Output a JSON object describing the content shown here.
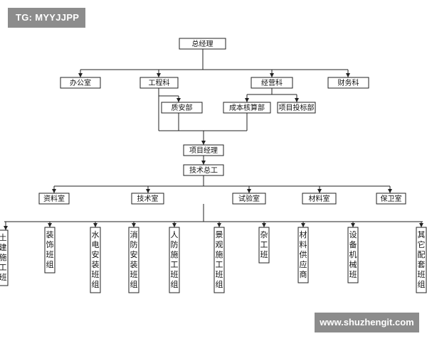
{
  "watermarks": {
    "top_left": "TG: MYYJJPP",
    "bottom_right": "www.shuzhengit.com"
  },
  "org": {
    "root": "总经理",
    "level1": [
      "办公室",
      "工程科",
      "经营科",
      "财务科"
    ],
    "engineering_sub": "质安部",
    "business_sub": [
      "成本核算部",
      "项目投标部"
    ],
    "project_manager": "项目经理",
    "chief_engineer": "技术总工",
    "level2": [
      "资料室",
      "技术室",
      "试验室",
      "材料室",
      "保卫室"
    ],
    "teams": [
      "土建施工班",
      "装饰班组",
      "水电安装班组",
      "消防安装班组",
      "人防施工班组",
      "景观施工班组",
      "杂工班",
      "材料供应商",
      "设备机械班",
      "其它配套班组"
    ]
  }
}
